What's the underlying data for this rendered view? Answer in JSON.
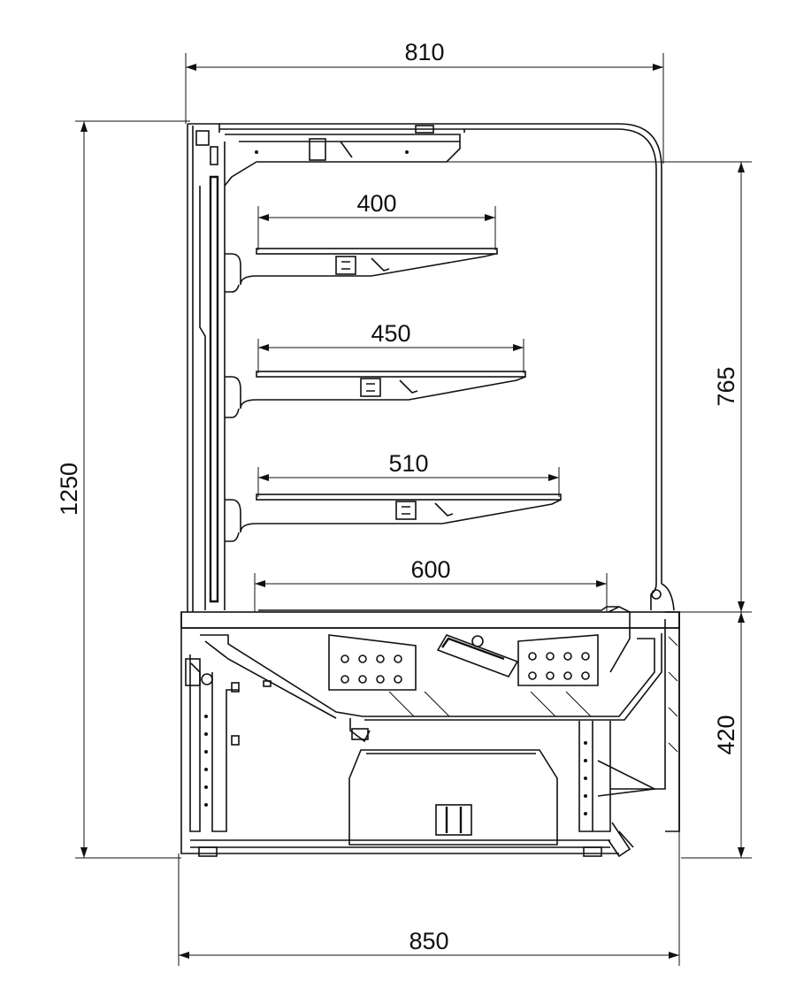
{
  "dimensions": {
    "top_width": "810",
    "shelf_1_depth": "400",
    "shelf_2_depth": "450",
    "shelf_3_depth": "510",
    "base_shelf_depth": "600",
    "total_height": "1250",
    "upper_height": "765",
    "base_height": "420",
    "base_width": "850"
  },
  "icons": {
    "arrow": "arrowhead-icon"
  }
}
